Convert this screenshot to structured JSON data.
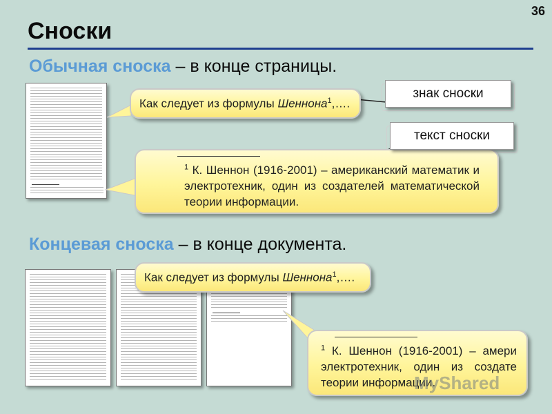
{
  "slide": {
    "number": "36",
    "title": "Сноски"
  },
  "sections": [
    {
      "accent": "Обычная сноска",
      "rest": " – в конце страницы."
    },
    {
      "accent": "Концевая сноска",
      "rest": " – в конце документа."
    }
  ],
  "callouts": {
    "formula_prefix": "Как следует из формулы ",
    "formula_name": "Шеннона",
    "formula_mark": "1",
    "formula_suffix_1": ",….",
    "formula_suffix_2": ",….",
    "footnote_mark": "1",
    "footnote_text": " К. Шеннон (1916-2001) – американский математик и электротехник, один из создателей математической теории информации.",
    "endnote_text": " К. Шеннон (1916-2001) – амери электротехник, один из создате теории информации."
  },
  "labels": {
    "footnote_mark_label": "знак сноски",
    "footnote_text_label": "текст сноски"
  },
  "watermark": "MyShared"
}
